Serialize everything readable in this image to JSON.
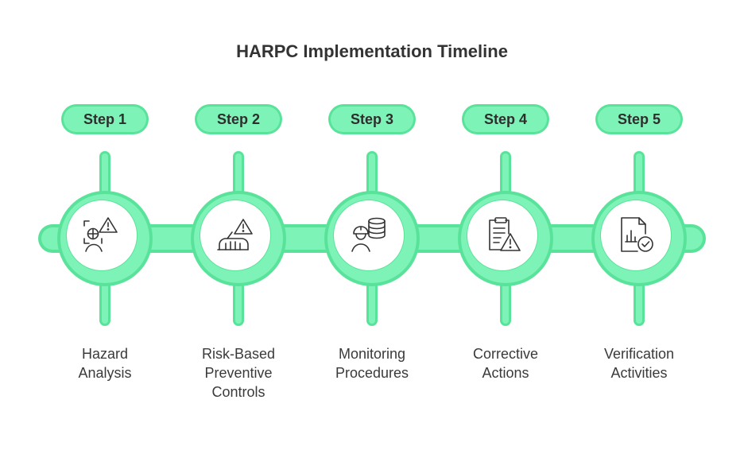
{
  "title": "HARPC Implementation Timeline",
  "steps": [
    {
      "badge": "Step 1",
      "label_lines": [
        "Hazard",
        "Analysis"
      ],
      "icon": "hazard-analysis-icon"
    },
    {
      "badge": "Step 2",
      "label_lines": [
        "Risk-Based",
        "Preventive",
        "Controls"
      ],
      "icon": "preventive-controls-icon"
    },
    {
      "badge": "Step 3",
      "label_lines": [
        "Monitoring",
        "Procedures"
      ],
      "icon": "monitoring-icon"
    },
    {
      "badge": "Step 4",
      "label_lines": [
        "Corrective",
        "Actions"
      ],
      "icon": "corrective-actions-icon"
    },
    {
      "badge": "Step 5",
      "label_lines": [
        "Verification",
        "Activities"
      ],
      "icon": "verification-icon"
    }
  ],
  "colors": {
    "accent": "#59e39a",
    "accent_light": "#7ef3b7",
    "text": "#333333"
  }
}
